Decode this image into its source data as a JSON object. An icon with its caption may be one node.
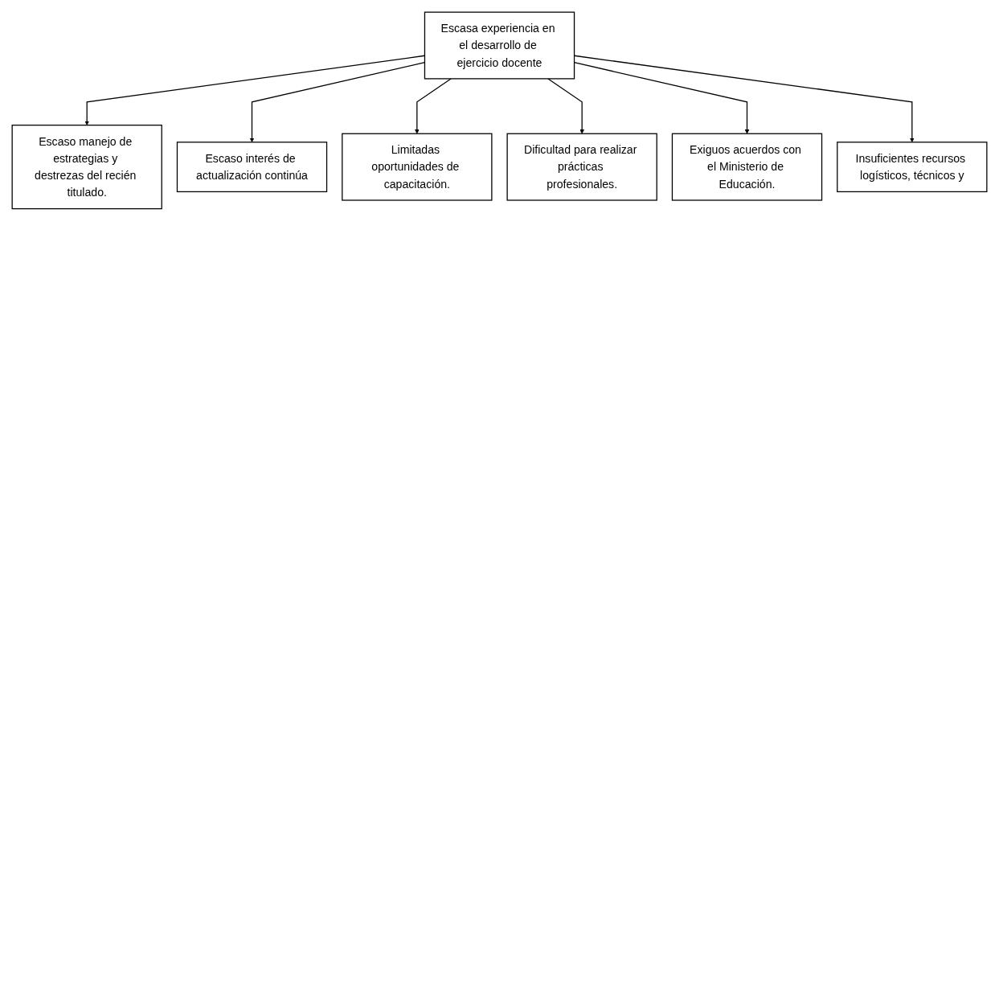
{
  "diagram": {
    "nodes": [
      {
        "text": [
          "Escaso manejo de estrategias y destrezas del recién titulado."
        ]
      },
      {
        "text": [
          "Escaso interés de actualización continúa"
        ]
      },
      {
        "text": [
          "Limitadas oportunidades de capacitación."
        ]
      },
      {
        "text": [
          "Escasa experiencia en el desarrollo de ejercicio docente"
        ]
      },
      {
        "text": [
          "Dificultad para realizar prácticas profesionales."
        ]
      },
      {
        "text": [
          "Exiguos acuerdos con el Ministerio de Educación."
        ]
      },
      {
        "text": [
          "Insuficientes recursos logísticos, técnicos y"
        ]
      }
    ],
    "edges": [
      {
        "from": 3,
        "to": 0,
        "arrow": "to"
      },
      {
        "from": 3,
        "to": 1,
        "arrow": "to"
      },
      {
        "from": 3,
        "to": 2,
        "arrow": "to"
      },
      {
        "from": 3,
        "to": 4,
        "arrow": "to"
      },
      {
        "from": 3,
        "to": 5,
        "arrow": "to"
      },
      {
        "from": 3,
        "to": 6,
        "arrow": "to"
      }
    ]
  }
}
